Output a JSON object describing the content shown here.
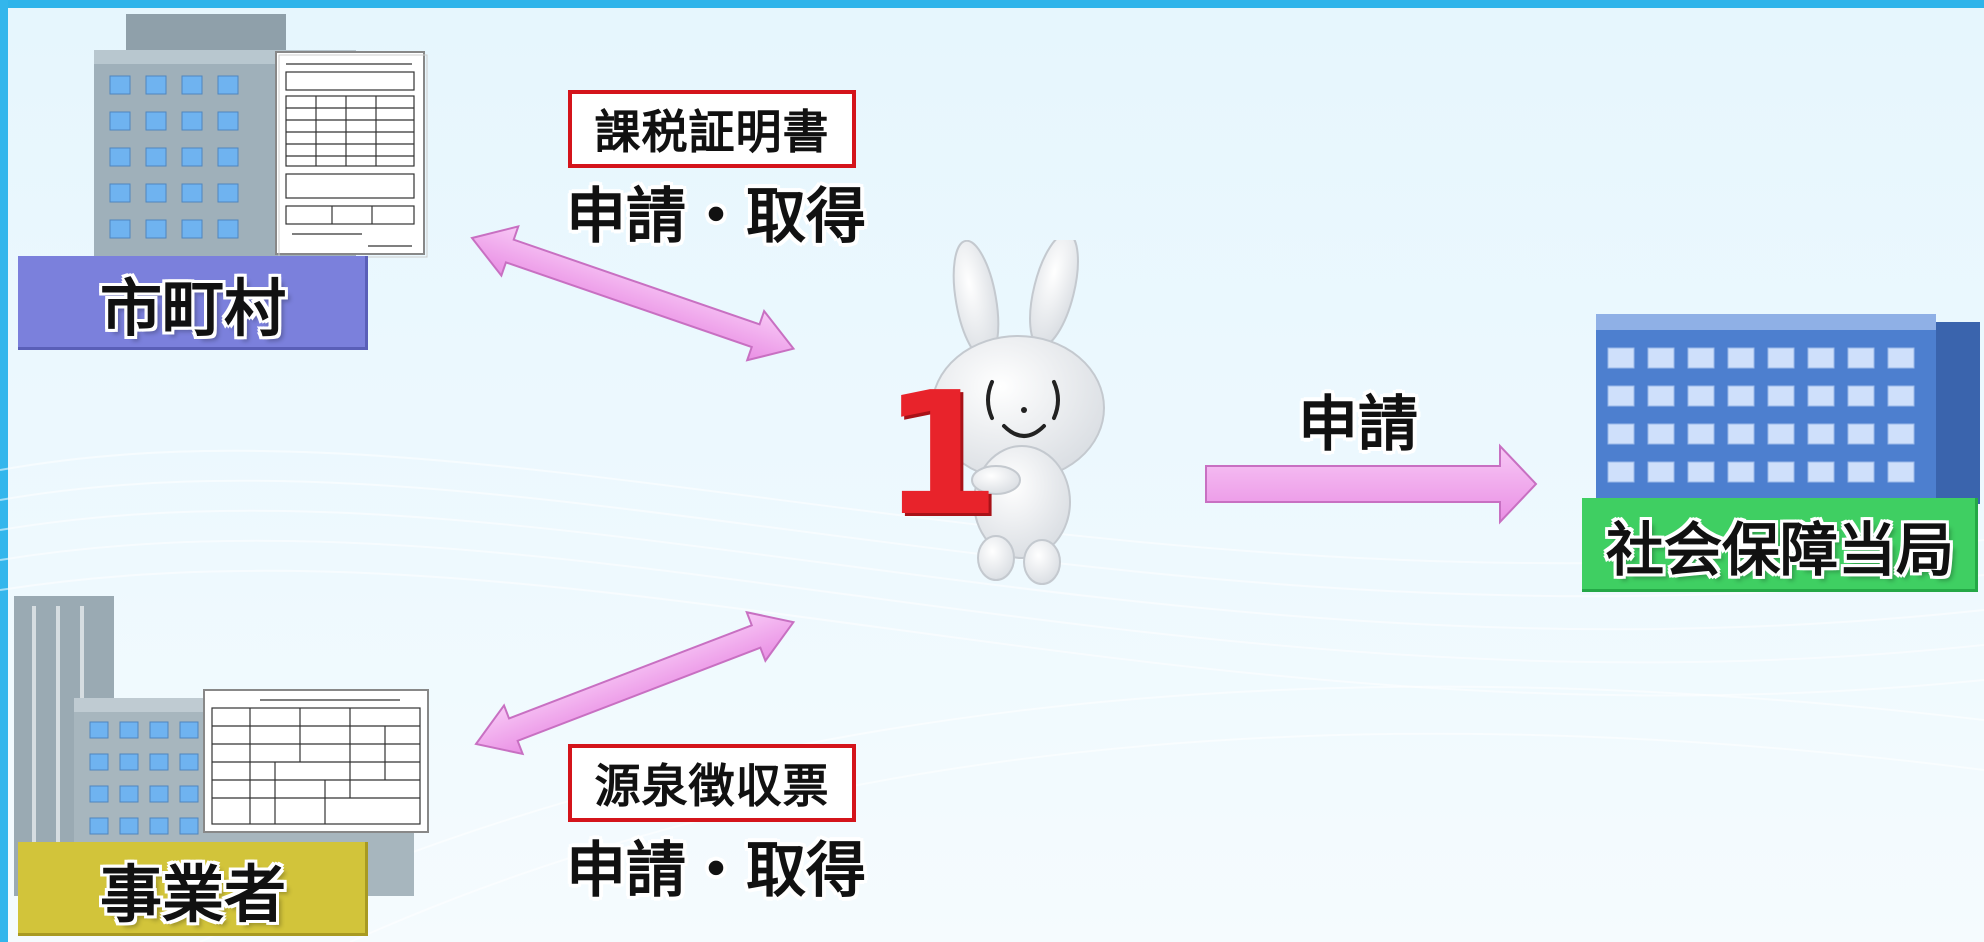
{
  "colors": {
    "city_label_bg": "#7b80dc",
    "business_label_bg": "#d2c43a",
    "authority_label_bg": "#3fcf62",
    "arrow_fill": "#f3a8ef",
    "doc_tag_border": "#d4141b",
    "mascot_number": "#e8232b"
  },
  "left_top": {
    "entity_label": "市町村",
    "document_tag": "課税証明書",
    "action": "申請・取得"
  },
  "left_bottom": {
    "entity_label": "事業者",
    "document_tag": "源泉徴収票",
    "action": "申請・取得"
  },
  "right": {
    "action": "申請",
    "entity_label": "社会保障当局"
  },
  "mascot": {
    "number": "1",
    "icon": "rabbit-mascot-icon"
  }
}
